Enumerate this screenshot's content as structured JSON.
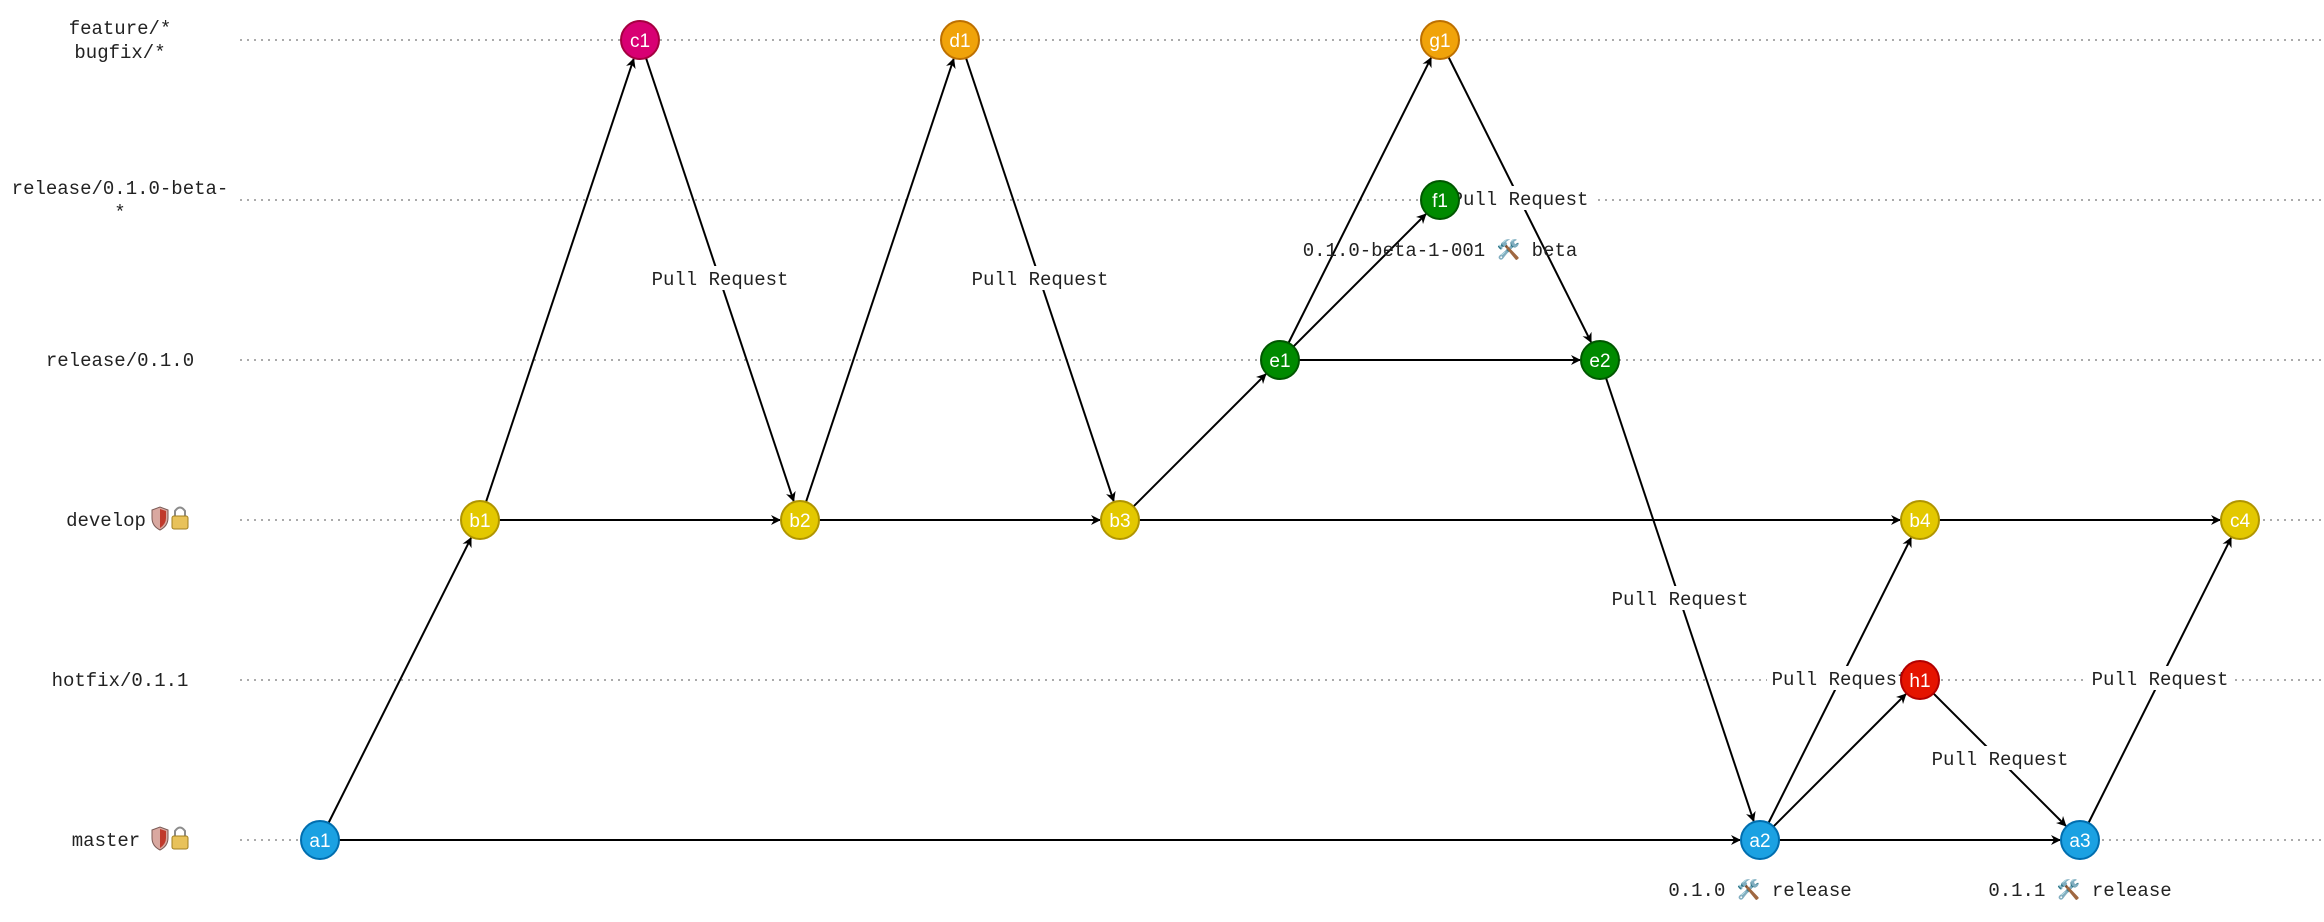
{
  "branches": [
    {
      "id": "feature",
      "label_lines": [
        "feature/*",
        "bugfix/*"
      ],
      "icons": []
    },
    {
      "id": "beta",
      "label_lines": [
        "release/0.1.0-beta-",
        "*"
      ],
      "icons": []
    },
    {
      "id": "release",
      "label_lines": [
        "release/0.1.0"
      ],
      "icons": []
    },
    {
      "id": "develop",
      "label_lines": [
        "develop"
      ],
      "icons": [
        "shield-icon",
        "lock-icon"
      ]
    },
    {
      "id": "hotfix",
      "label_lines": [
        "hotfix/0.1.1"
      ],
      "icons": []
    },
    {
      "id": "master",
      "label_lines": [
        "master"
      ],
      "icons": [
        "shield-icon",
        "lock-icon"
      ]
    }
  ],
  "commits": [
    {
      "id": "a1",
      "label": "a1",
      "branch": "master",
      "col": 1,
      "color": "#1ba1e2",
      "stroke": "#006eaf"
    },
    {
      "id": "b1",
      "label": "b1",
      "branch": "develop",
      "col": 2,
      "color": "#e3c800",
      "stroke": "#b09500"
    },
    {
      "id": "c1",
      "label": "c1",
      "branch": "feature",
      "col": 3,
      "color": "#d80073",
      "stroke": "#a50040"
    },
    {
      "id": "b2",
      "label": "b2",
      "branch": "develop",
      "col": 4,
      "color": "#e3c800",
      "stroke": "#b09500"
    },
    {
      "id": "d1",
      "label": "d1",
      "branch": "feature",
      "col": 5,
      "color": "#f0a30a",
      "stroke": "#bd7000"
    },
    {
      "id": "b3",
      "label": "b3",
      "branch": "develop",
      "col": 6,
      "color": "#e3c800",
      "stroke": "#b09500"
    },
    {
      "id": "e1",
      "label": "e1",
      "branch": "release",
      "col": 7,
      "color": "#008a00",
      "stroke": "#005700"
    },
    {
      "id": "g1",
      "label": "g1",
      "branch": "feature",
      "col": 8,
      "color": "#f0a30a",
      "stroke": "#bd7000"
    },
    {
      "id": "f1",
      "label": "f1",
      "branch": "beta",
      "col": 8,
      "color": "#008a00",
      "stroke": "#005700"
    },
    {
      "id": "e2",
      "label": "e2",
      "branch": "release",
      "col": 9,
      "color": "#008a00",
      "stroke": "#005700"
    },
    {
      "id": "a2",
      "label": "a2",
      "branch": "master",
      "col": 10,
      "color": "#1ba1e2",
      "stroke": "#006eaf"
    },
    {
      "id": "b4",
      "label": "b4",
      "branch": "develop",
      "col": 11,
      "color": "#e3c800",
      "stroke": "#b09500"
    },
    {
      "id": "h1",
      "label": "h1",
      "branch": "hotfix",
      "col": 11,
      "color": "#e51400",
      "stroke": "#b20000"
    },
    {
      "id": "a3",
      "label": "a3",
      "branch": "master",
      "col": 12,
      "color": "#1ba1e2",
      "stroke": "#006eaf"
    },
    {
      "id": "c4",
      "label": "c4",
      "branch": "develop",
      "col": 13,
      "color": "#e3c800",
      "stroke": "#b09500"
    }
  ],
  "edges": [
    {
      "from": "a1",
      "to": "b1",
      "label": ""
    },
    {
      "from": "a1",
      "to": "a2",
      "label": ""
    },
    {
      "from": "b1",
      "to": "c1",
      "label": ""
    },
    {
      "from": "b1",
      "to": "b2",
      "label": ""
    },
    {
      "from": "c1",
      "to": "b2",
      "label": "Pull Request"
    },
    {
      "from": "b2",
      "to": "d1",
      "label": ""
    },
    {
      "from": "b2",
      "to": "b3",
      "label": ""
    },
    {
      "from": "d1",
      "to": "b3",
      "label": "Pull Request"
    },
    {
      "from": "b3",
      "to": "e1",
      "label": ""
    },
    {
      "from": "b3",
      "to": "b4",
      "label": ""
    },
    {
      "from": "e1",
      "to": "g1",
      "label": ""
    },
    {
      "from": "e1",
      "to": "f1",
      "label": ""
    },
    {
      "from": "e1",
      "to": "e2",
      "label": ""
    },
    {
      "from": "g1",
      "to": "e2",
      "label": "Pull Request"
    },
    {
      "from": "e2",
      "to": "a2",
      "label": "Pull Request"
    },
    {
      "from": "a2",
      "to": "b4",
      "label": "Pull Request"
    },
    {
      "from": "a2",
      "to": "h1",
      "label": ""
    },
    {
      "from": "a2",
      "to": "a3",
      "label": ""
    },
    {
      "from": "h1",
      "to": "a3",
      "label": "Pull Request"
    },
    {
      "from": "b4",
      "to": "c4",
      "label": ""
    },
    {
      "from": "a3",
      "to": "c4",
      "label": "Pull Request"
    }
  ],
  "tags": [
    {
      "commit": "f1",
      "text": "0.1.0-beta-1-001 🛠️ beta"
    },
    {
      "commit": "a2",
      "text": "0.1.0 🛠️ release"
    },
    {
      "commit": "a3",
      "text": "0.1.1 🛠️ release"
    }
  ]
}
